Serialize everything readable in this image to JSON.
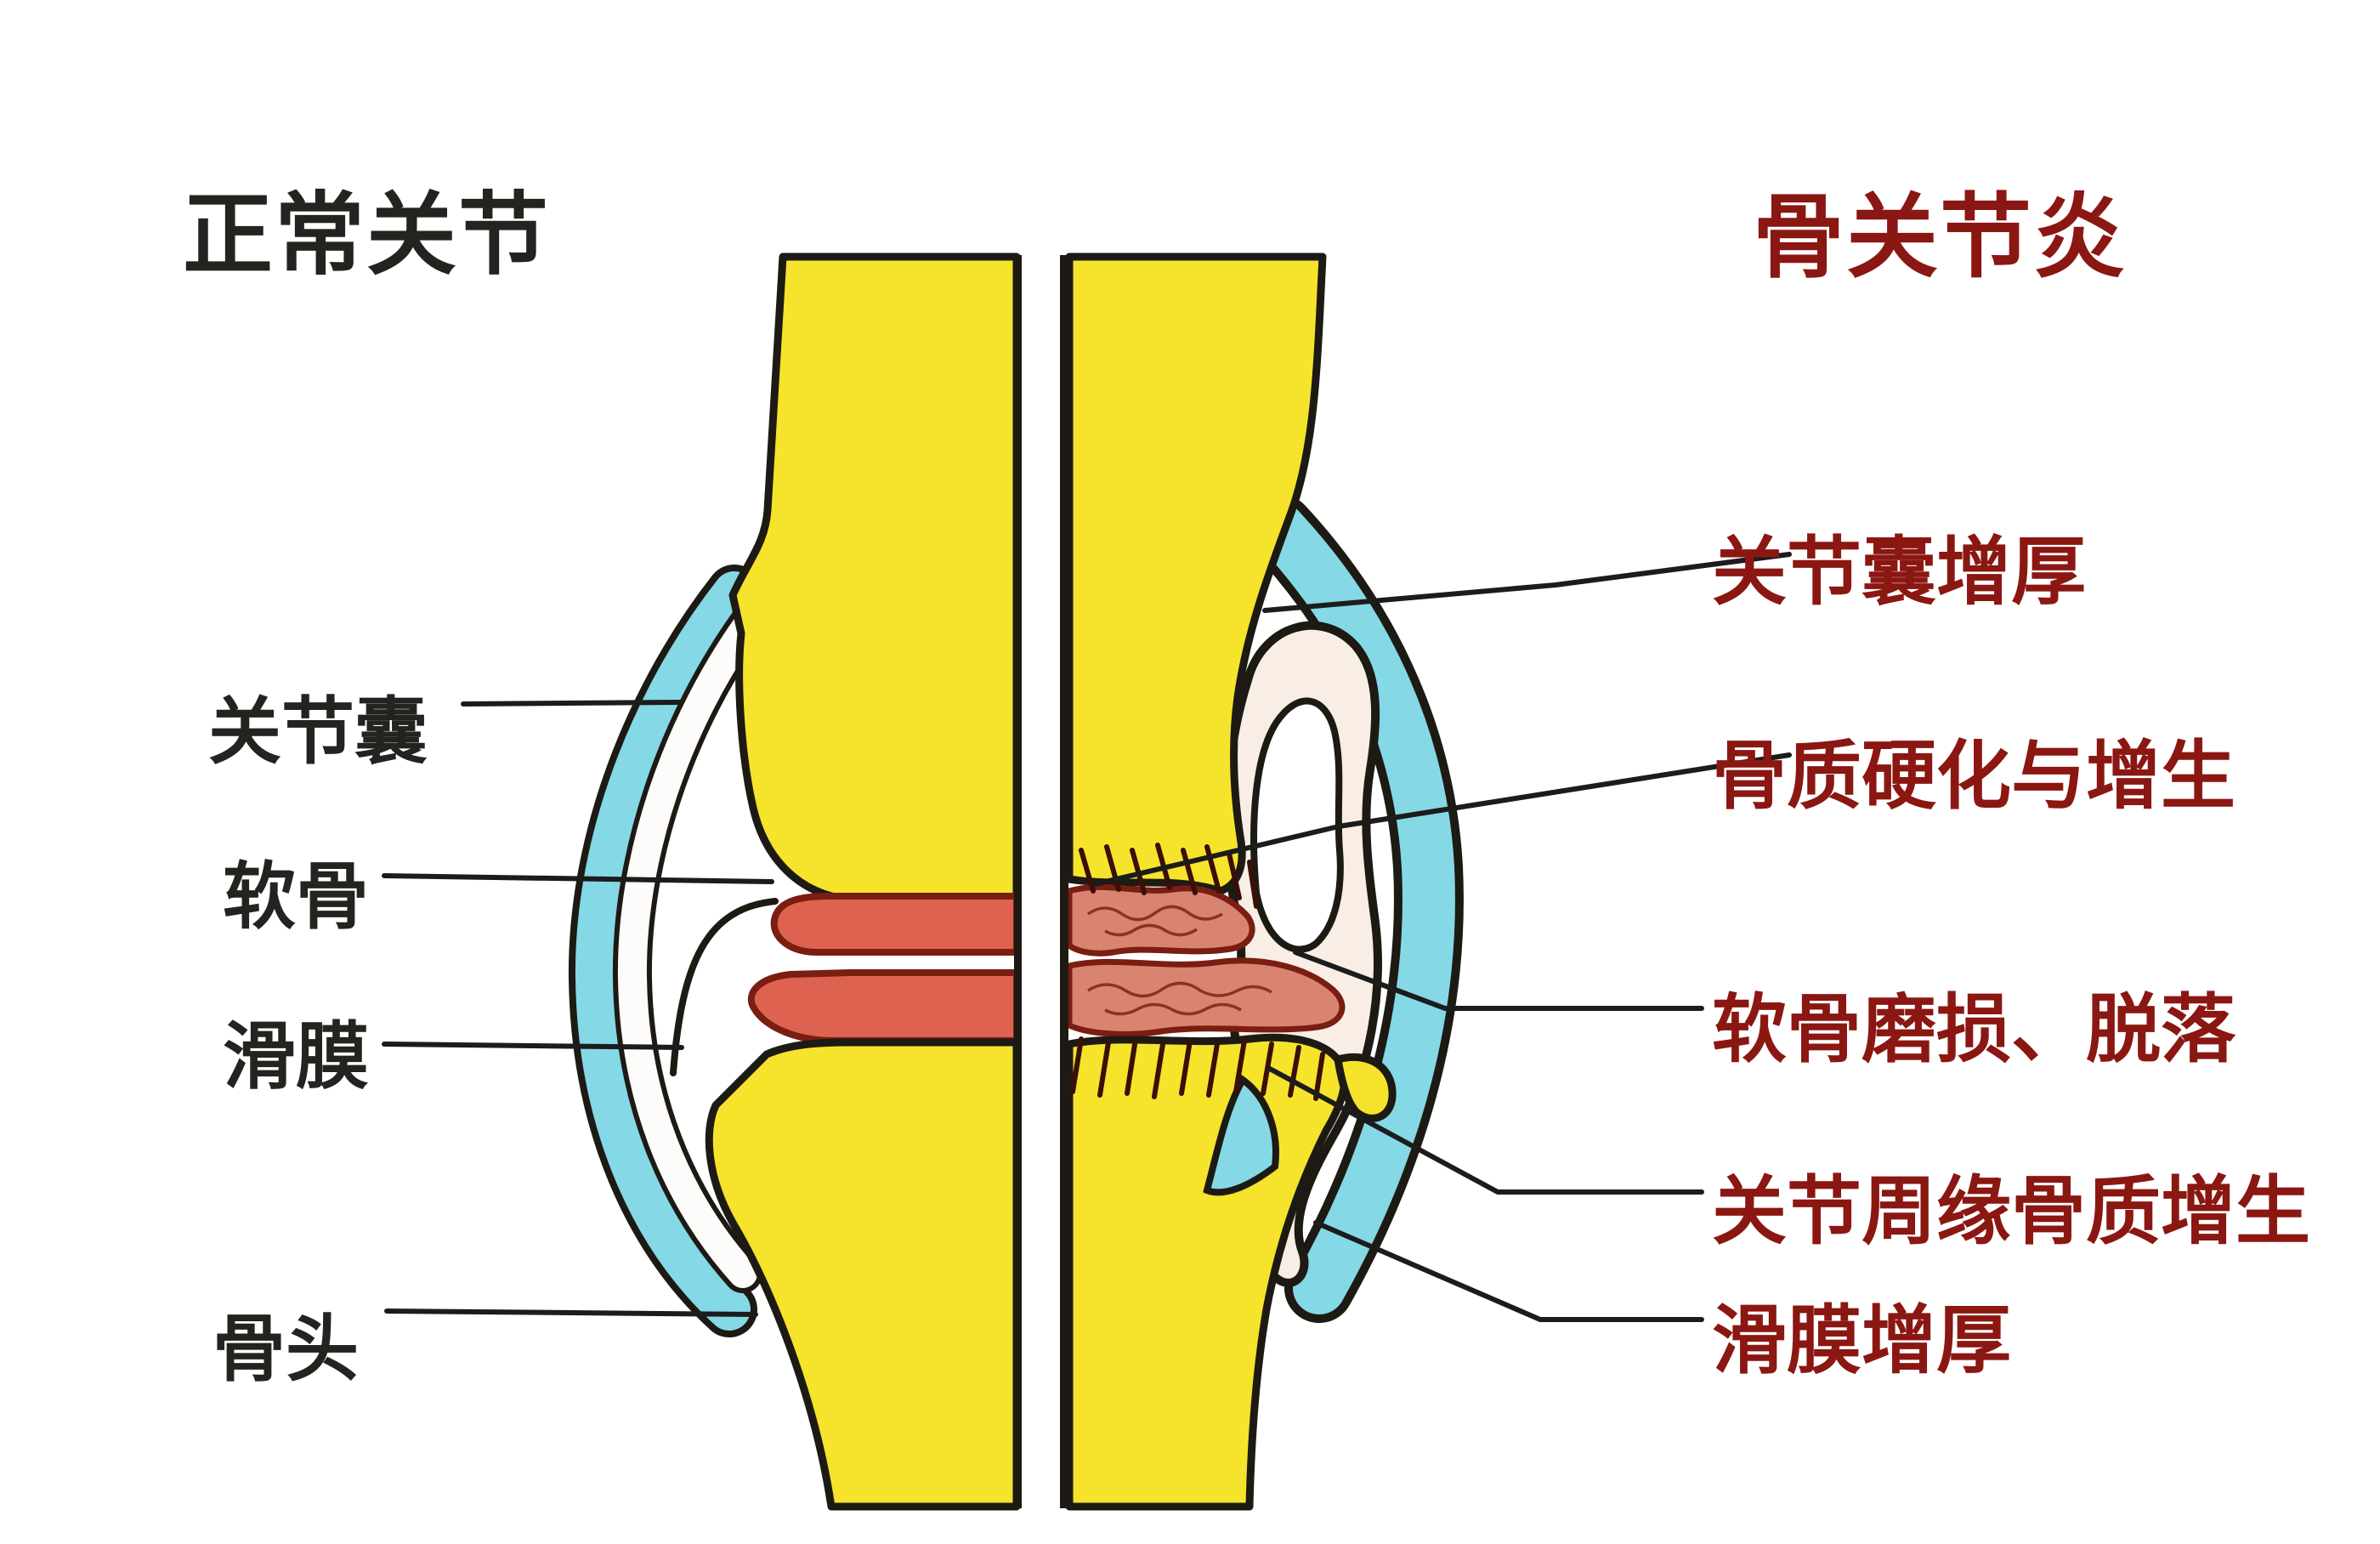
{
  "colors": {
    "background": "#ffffff",
    "title_left": "#23231f",
    "title_right": "#8b1712",
    "label_left": "#23231f",
    "label_right": "#8b1712",
    "bone": "#f6e32b",
    "bone_outline": "#1d1a14",
    "capsule_blue": "#85d8e6",
    "cartilage_red": "#dd6350",
    "cartilage_degraded": "#d98470",
    "cartilage_outline": "#7a1d12",
    "synovium_white": "#fdfcfa",
    "synovium_thickened": "#f8eee5",
    "leader_line": "#1c1c1c"
  },
  "titles": {
    "left": "正常关节",
    "right": "骨关节炎"
  },
  "left_labels": [
    {
      "id": "joint-capsule",
      "text": "关节囊"
    },
    {
      "id": "cartilage",
      "text": "软骨"
    },
    {
      "id": "synovium",
      "text": "滑膜"
    },
    {
      "id": "bone",
      "text": "骨头"
    }
  ],
  "right_labels": [
    {
      "id": "capsule-thickening",
      "text": "关节囊增厚"
    },
    {
      "id": "bone-sclerosis-hyperplasia",
      "text": "骨质硬化与增生"
    },
    {
      "id": "cartilage-wear-shedding",
      "text": "软骨磨损、脱落"
    },
    {
      "id": "marginal-osteophyte",
      "text": "关节周缘骨质增生"
    },
    {
      "id": "synovium-thickening",
      "text": "滑膜增厚"
    }
  ]
}
